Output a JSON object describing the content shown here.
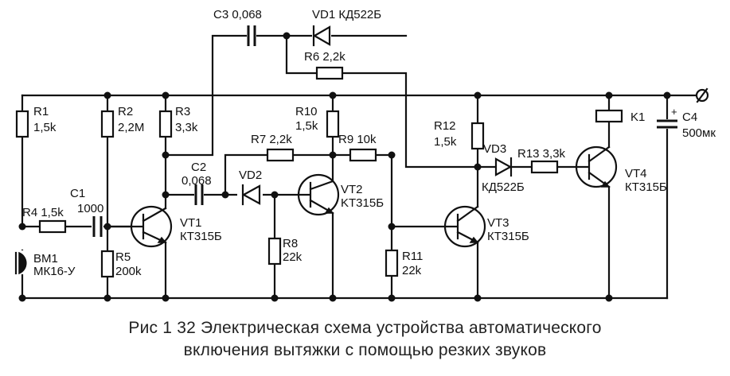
{
  "labels": {
    "c3": "C3 0,068",
    "vd1": "VD1 КД522Б",
    "r6": "R6 2,2k",
    "r1_name": "R1",
    "r1_val": "1,5k",
    "r2_name": "R2",
    "r2_val": "2,2M",
    "r3_name": "R3",
    "r3_val": "3,3k",
    "r10_name": "R10",
    "r10_val": "1,5k",
    "r12_name": "R12",
    "r12_val": "1,5k",
    "k1": "K1",
    "c4_name": "C4",
    "c4_val": "500мк",
    "r7": "R7 2,2k",
    "r9": "R9 10k",
    "vd3": "VD3",
    "r13": "R13 3,3k",
    "c2_name": "C2",
    "c2_val": "0,068",
    "vd2": "VD2",
    "vt2_name": "VT2",
    "vt2_type": "KT315Б",
    "vd3_type": "КД522Б",
    "vt4_name": "VT4",
    "vt4_type": "КТ315Б",
    "r4": "R4 1,5k",
    "c1_name": "C1",
    "c1_val": "1000",
    "vt1_name": "VT1",
    "vt1_type": "КТ315Б",
    "vt3_name": "VT3",
    "vt3_type": "КТ315Б",
    "bm1_name": "BM1",
    "bm1_type": "МК16-У",
    "r5_name": "R5",
    "r5_val": "200k",
    "r8_name": "R8",
    "r8_val": "22k",
    "r11_name": "R11",
    "r11_val": "22k",
    "plus": "+"
  },
  "caption": {
    "line1": "Рис  1 32  Электрическая схема устройства автоматического",
    "line2": "включения вытяжки с помощью резких звуков"
  }
}
